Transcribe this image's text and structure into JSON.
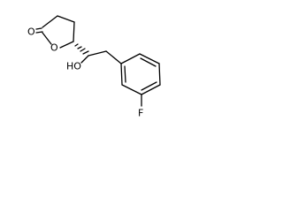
{
  "molecule": {
    "atom_labels": {
      "carbonyl_oxygen": "O",
      "ring_oxygen": "O",
      "hydroxyl": "HO",
      "fluorine": "F"
    },
    "colors": {
      "background": "#ffffff",
      "bond": "#000000",
      "label": "#000000"
    }
  }
}
